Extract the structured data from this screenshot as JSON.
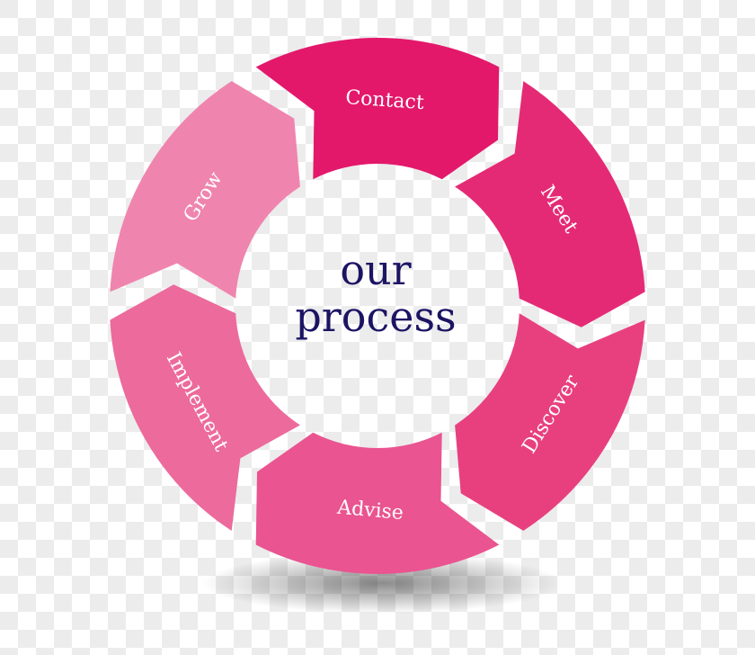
{
  "diagram": {
    "center_title": {
      "line1": "our",
      "line2": "process",
      "color": "#1c1463"
    },
    "segments": [
      {
        "label": "Contact",
        "color": "#e3186b",
        "mid_angle": -90,
        "label_rotate": 4
      },
      {
        "label": "Meet",
        "color": "#e52a75",
        "mid_angle": -30,
        "label_rotate": 58
      },
      {
        "label": "Discover",
        "color": "#e8407f",
        "mid_angle": 30,
        "label_rotate": -58
      },
      {
        "label": "Advise",
        "color": "#ea5490",
        "mid_angle": 90,
        "label_rotate": 5
      },
      {
        "label": "Implement",
        "color": "#ec6a9c",
        "mid_angle": 150,
        "label_rotate": 62
      },
      {
        "label": "Grow",
        "color": "#ef85ae",
        "mid_angle": 210,
        "label_rotate": -58
      }
    ]
  }
}
